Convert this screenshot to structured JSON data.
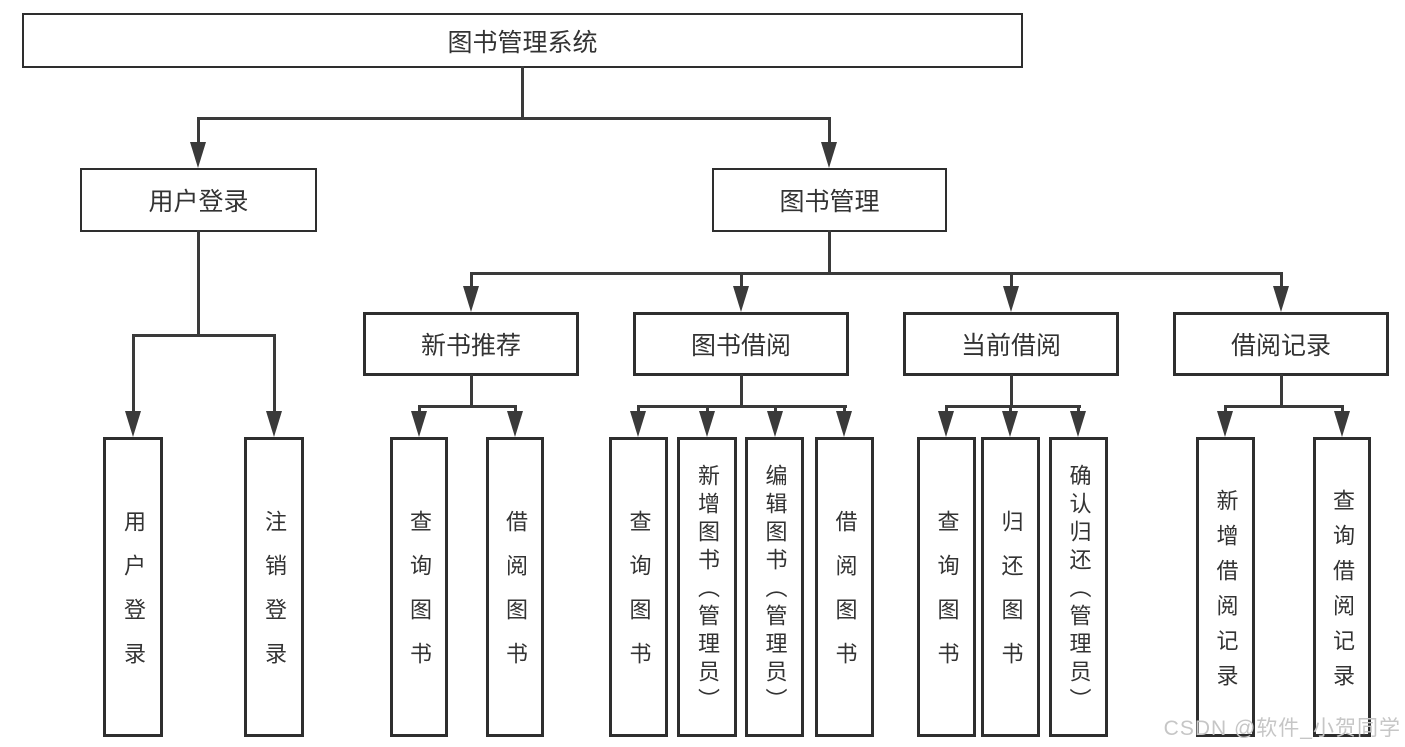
{
  "diagram": {
    "root": {
      "label": "图书管理系统"
    },
    "branches": [
      {
        "label": "用户登录",
        "children": [
          "用户登录",
          "注销登录"
        ]
      },
      {
        "label": "图书管理",
        "sections": [
          {
            "label": "新书推荐",
            "children": [
              "查询图书",
              "借阅图书"
            ]
          },
          {
            "label": "图书借阅",
            "children": [
              "查询图书",
              "新增图书（管理员）",
              "编辑图书（管理员）",
              "借阅图书"
            ]
          },
          {
            "label": "当前借阅",
            "children": [
              "查询图书",
              "归还图书",
              "确认归还（管理员）"
            ]
          },
          {
            "label": "借阅记录",
            "children": [
              "新增借阅记录",
              "查询借阅记录"
            ]
          }
        ]
      }
    ]
  },
  "watermark": {
    "text": "CSDN @软件_小贺同学",
    "color": "#c6c6c6"
  },
  "colors": {
    "line": "#3a3a3a",
    "box_border": "#2e2e2e",
    "text": "#333333",
    "background": "#ffffff"
  }
}
